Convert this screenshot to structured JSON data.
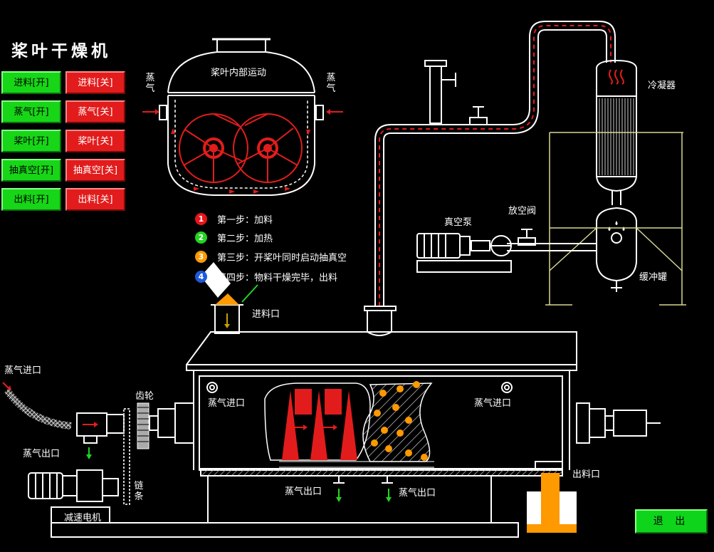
{
  "title": "桨叶干燥机",
  "controls": [
    {
      "on": "进料[开]",
      "off": "进料[关]"
    },
    {
      "on": "蒸气[开]",
      "off": "蒸气[关]"
    },
    {
      "on": "桨叶[开]",
      "off": "桨叶[关]"
    },
    {
      "on": "抽真空[开]",
      "off": "抽真空[关]"
    },
    {
      "on": "出料[开]",
      "off": "出料[关]"
    }
  ],
  "steps": [
    {
      "num": "1",
      "text": "第一步：加料",
      "color": "#e8141c"
    },
    {
      "num": "2",
      "text": "第二步：加热",
      "color": "#22d422"
    },
    {
      "num": "3",
      "text": "第三步：开桨叶同时启动抽真空",
      "color": "#ff9900"
    },
    {
      "num": "4",
      "text": "第四步：物料干燥完毕，出料",
      "color": "#1e5ad8"
    }
  ],
  "labels": {
    "paddle_inner": "桨叶内部运动",
    "steam_left": "蒸气",
    "steam_right": "蒸气",
    "condenser": "冷凝器",
    "vent_valve": "放空阀",
    "vacuum_pump": "真空泵",
    "buffer_tank": "缓冲罐",
    "feed_port": "进料口",
    "steam_inlet_outer": "蒸气进口",
    "gear": "齿轮",
    "steam_outlet_left": "蒸气出口",
    "chain": "链条",
    "motor": "减速电机",
    "steam_inlet_inner_left": "蒸气进口",
    "steam_inlet_inner_right": "蒸气进口",
    "steam_outlet_bottom1": "蒸气出口",
    "steam_outlet_bottom2": "蒸气出口",
    "discharge_port": "出料口"
  },
  "exit_label": "退 出",
  "colors": {
    "on": "#17d617",
    "off": "#e21c1c",
    "line": "#ffffff",
    "frame": "#d8d890",
    "material": "#ff9900"
  }
}
